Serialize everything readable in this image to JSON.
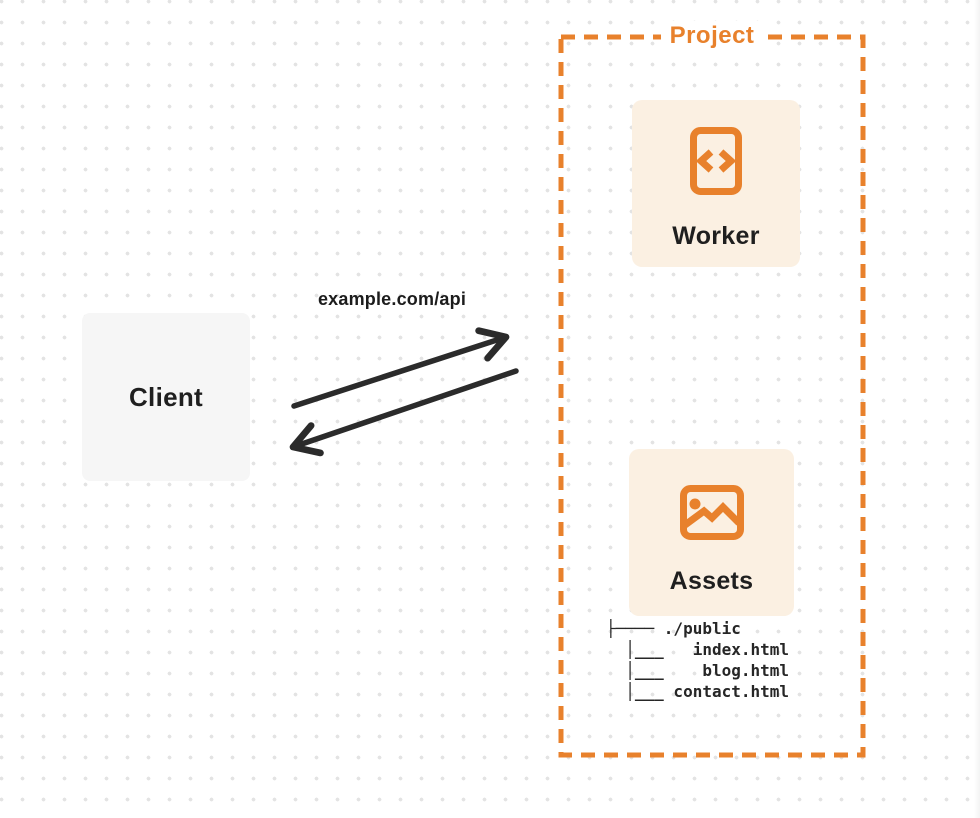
{
  "colors": {
    "accent": "#E8812C",
    "cardFill": "#FBF0E2",
    "clientFill": "#F6F6F6",
    "ink": "#1F1F1F",
    "arrow": "#2B2B2B",
    "treeInk": "#262626",
    "dot": "#E3E3E3",
    "bg": "#FFFFFF"
  },
  "project": {
    "label": "Project"
  },
  "client": {
    "label": "Client"
  },
  "request": {
    "url_label": "example.com/api"
  },
  "worker": {
    "label": "Worker",
    "icon": "code-file-icon"
  },
  "assets": {
    "label": "Assets",
    "icon": "image-icon",
    "tree_text": "├──── ./public\n  │___   index.html\n  │___    blog.html\n  │___ contact.html",
    "tree_files": [
      "./public",
      "index.html",
      "blog.html",
      "contact.html"
    ]
  }
}
